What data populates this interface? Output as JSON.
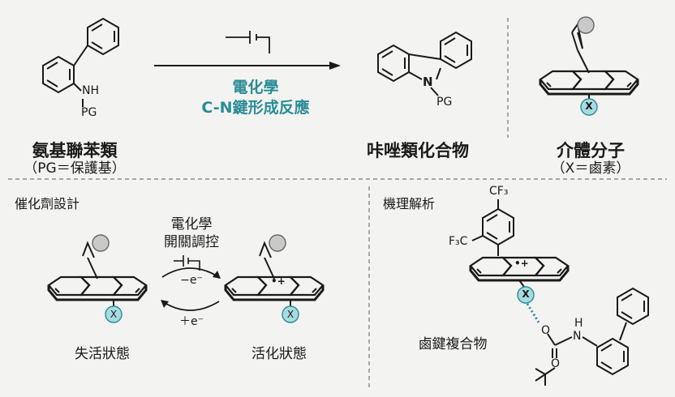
{
  "top": {
    "reactant_name": "氨基聯苯類",
    "reactant_note": "（PG＝保護基）",
    "reactant_nh": "NH",
    "reactant_pg": "PG",
    "reaction_line1": "電化學",
    "reaction_line2": "C-N鍵形成反應",
    "product_name": "咔唑類化合物",
    "product_n": "N",
    "product_pg": "PG",
    "mediator_name": "介體分子",
    "mediator_note": "（X＝鹵素）",
    "mediator_x": "X"
  },
  "catalyst": {
    "section_title": "催化劑設計",
    "switch_line1": "電化學",
    "switch_line2": "開關調控",
    "minus_e": "−e⁻",
    "plus_e": "＋e⁻",
    "inactive_label": "失活狀態",
    "active_label": "活化狀態",
    "x_left": "X",
    "x_right": "X",
    "radical_cation": "•+"
  },
  "mechanism": {
    "section_title": "機理解析",
    "cf3_top": "CF₃",
    "cf3_left": "F₃C",
    "radical_cation": "•+",
    "x_label": "X",
    "o1": "O",
    "o2": "O",
    "nh": "N",
    "h": "H",
    "complex_label": "鹵鍵複合物"
  },
  "colors": {
    "accent": "#2a8d96",
    "x_fill": "#a8dbe0",
    "gray_sphere": "#c9c9c9",
    "background": "#f3f3f1"
  }
}
